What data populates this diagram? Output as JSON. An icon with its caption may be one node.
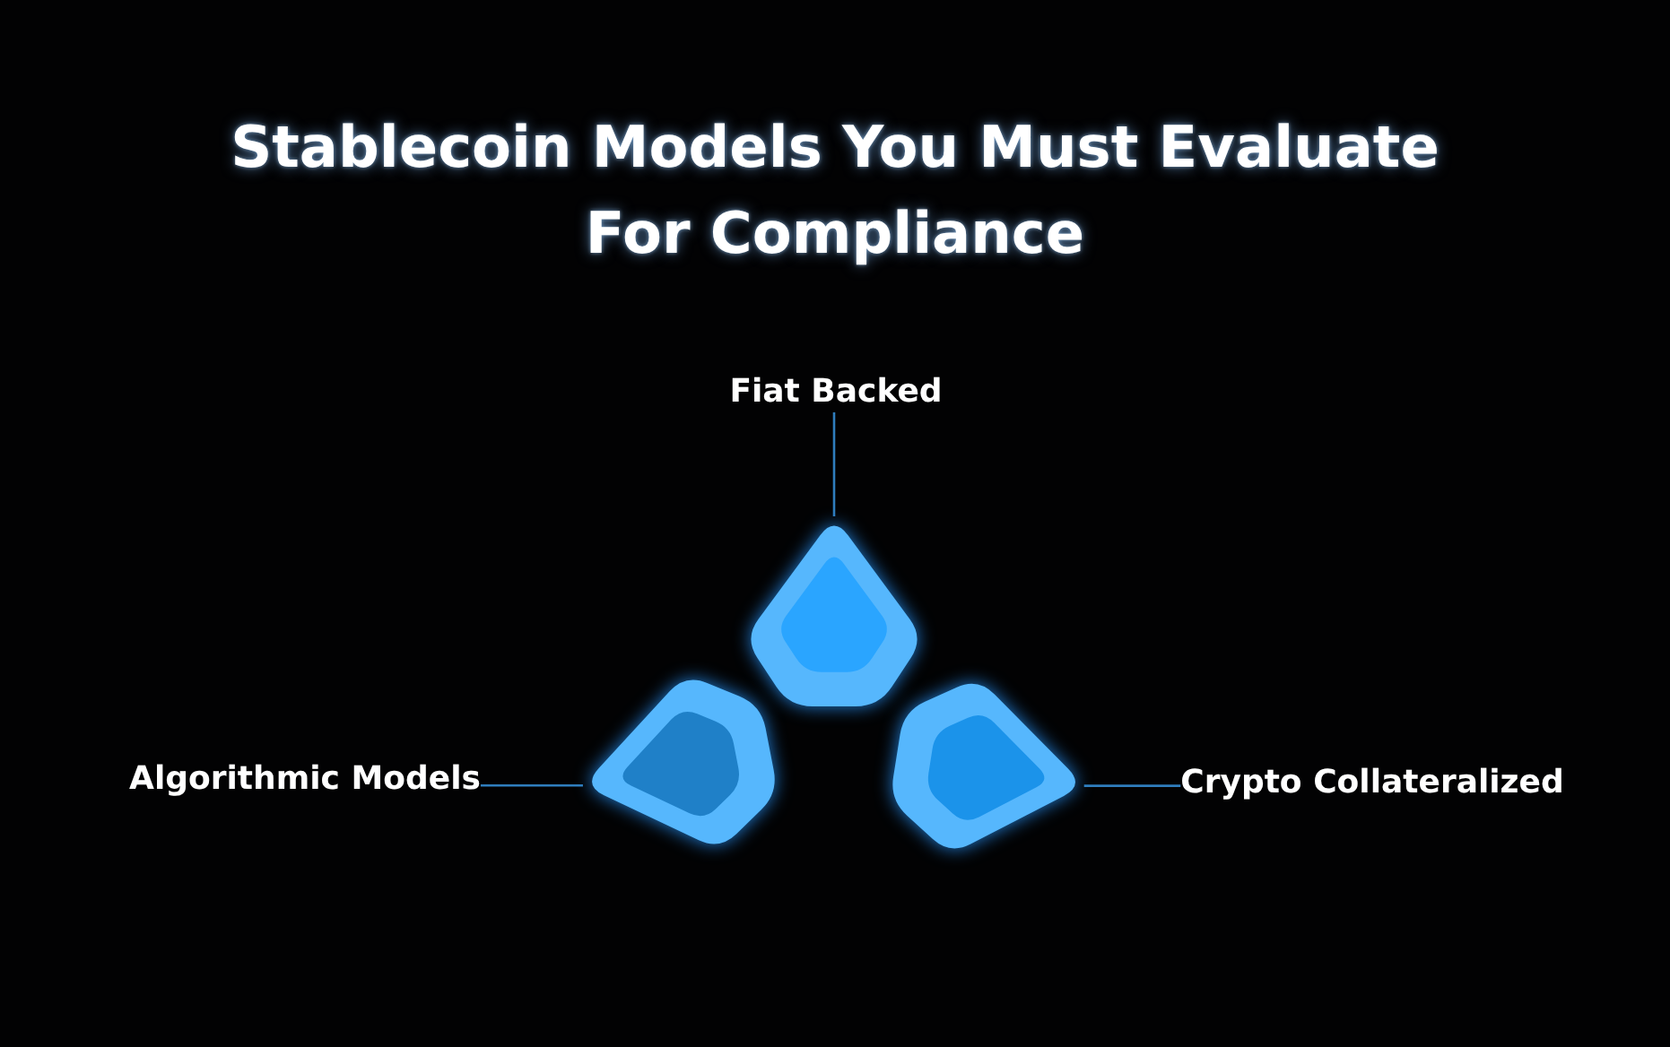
{
  "diagram": {
    "title": "Stablecoin Models You Must Evaluate For Compliance",
    "nodes": [
      {
        "text": [
          "Fiat Backed"
        ]
      },
      {
        "text": [],
        "shape": "diamond"
      },
      {
        "text": [
          "Algorithmic Models"
        ]
      },
      {
        "text": [],
        "shape": "diamond"
      },
      {
        "text": [],
        "shape": "diamond"
      },
      {
        "text": [
          "Crypto Collateralized"
        ]
      }
    ],
    "edges": [
      {
        "from": 0,
        "to": 1,
        "arrow": "none"
      },
      {
        "from": 2,
        "to": 3,
        "arrow": "none"
      },
      {
        "from": 5,
        "to": 4,
        "arrow": "none"
      }
    ]
  }
}
